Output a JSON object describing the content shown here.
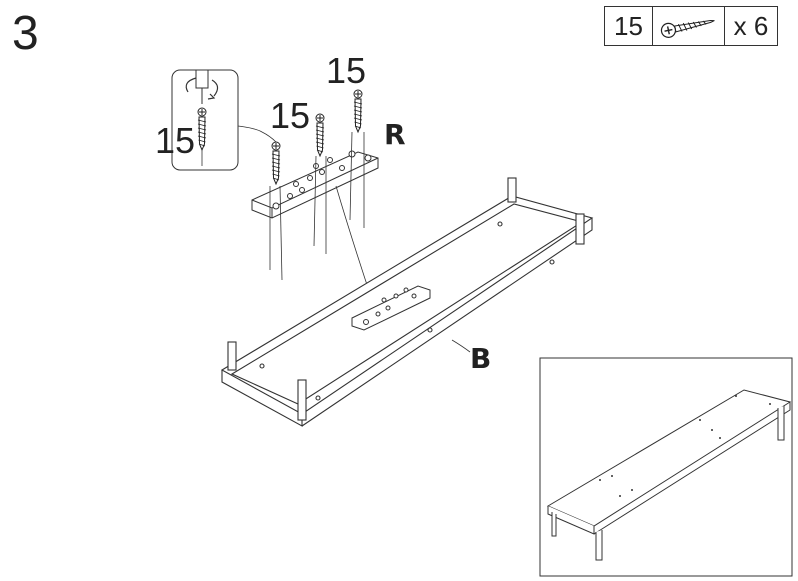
{
  "step": {
    "number": "3"
  },
  "parts": [
    {
      "id": "15",
      "icon": "screw-icon",
      "quantity": "x 6"
    }
  ],
  "callouts": {
    "screw_number": "15",
    "bracket_label": "R",
    "frame_label": "B"
  }
}
